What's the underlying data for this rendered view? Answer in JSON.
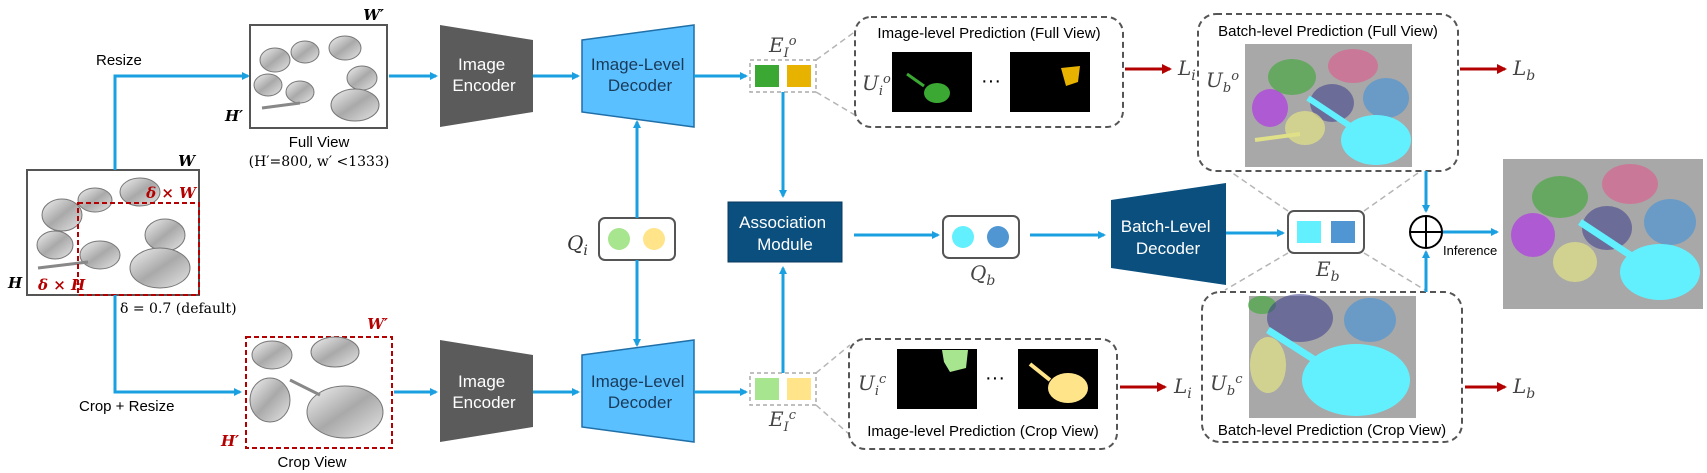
{
  "labels": {
    "resize": "Resize",
    "crop_resize": "Crop + Resize",
    "full_view": "Full View",
    "full_view_dims": "(H′=800, w′ <1333)",
    "crop_view": "Crop View",
    "delta_default": "δ = 0.7 (default)",
    "image_encoder": "Image\nEncoder",
    "image_level_decoder": "Image-Level\nDecoder",
    "association_module": "Association\nModule",
    "batch_level_decoder": "Batch-Level\nDecoder",
    "inference": "Inference",
    "img_pred_full": "Image-level Prediction (Full View)",
    "img_pred_crop": "Image-level Prediction (Crop View)",
    "batch_pred_full": "Batch-level Prediction (Full View)",
    "batch_pred_crop": "Batch-level Prediction (Crop View)",
    "ellipsis": "···"
  },
  "symbols": {
    "W": "W",
    "H": "H",
    "W_prime": "W′",
    "H_prime": "H′",
    "delta_W": "δ × W",
    "delta_H": "δ × H",
    "Q_i": "Q",
    "Q_i_sub": "i",
    "Q_b": "Q",
    "Q_b_sub": "b",
    "E_Io": "E",
    "E_Io_sub": "I",
    "E_Io_sup": "o",
    "E_Ic": "E",
    "E_Ic_sub": "I",
    "E_Ic_sup": "c",
    "E_b": "E",
    "E_b_sub": "b",
    "U_io": "U",
    "U_io_sub": "i",
    "U_io_sup": "o",
    "U_ic": "U",
    "U_ic_sub": "i",
    "U_ic_sup": "c",
    "U_bo": "U",
    "U_bo_sub": "b",
    "U_bo_sup": "o",
    "U_bc": "U",
    "U_bc_sub": "b",
    "U_bc_sup": "c",
    "L_i": "L",
    "L_i_sub": "i",
    "L_b": "L",
    "L_b_sub": "b"
  },
  "colors": {
    "encoder": "#5b5b5b",
    "image_decoder": "#5bc0ff",
    "dark_blue": "#0a4f7e",
    "flow_arrow": "#1aa0e0",
    "loss_arrow": "#b30000",
    "dim_red": "#b30000",
    "green_dark": "#3aa832",
    "gold": "#e8b200",
    "green_light": "#a8e58f",
    "yellow_light": "#ffe48a",
    "cyan": "#62f0ff",
    "steel_blue": "#4f96d3",
    "grey_bg": "#a8a8a8"
  }
}
